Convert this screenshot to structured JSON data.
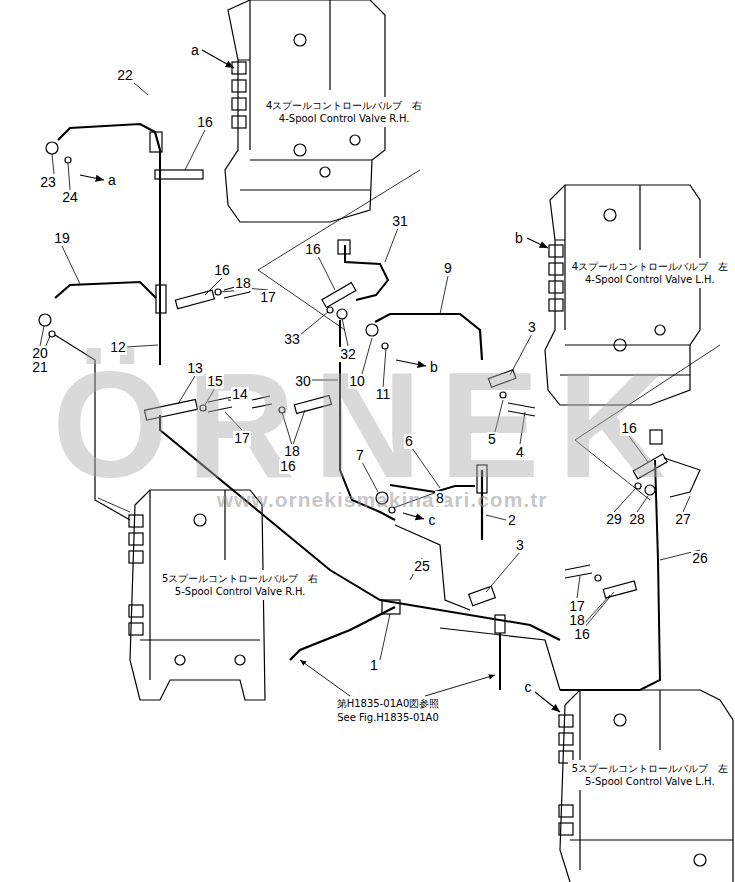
{
  "diagram": {
    "nodes": [
      {
        "text": [
          "4スプールコントロールバルブ　右",
          "4-Spool Control Valve R.H."
        ]
      },
      {
        "text": [
          "4スプールコントロールバルブ　左",
          "4-Spool Control Valve L.H."
        ]
      },
      {
        "text": [
          "5スプールコントロールバルブ　右",
          "5-Spool Control Valve R.H."
        ]
      },
      {
        "text": [
          "5スプールコントロールバルブ　左",
          "5-Spool Control Valve L.H."
        ]
      }
    ],
    "labels": [
      "22",
      "16",
      "a",
      "23",
      "24",
      "a",
      "19",
      "16",
      "18",
      "17",
      "12",
      "20",
      "21",
      "13",
      "15",
      "14",
      "17",
      "18",
      "16",
      "31",
      "16",
      "33",
      "32",
      "30",
      "10",
      "11",
      "b",
      "9",
      "b",
      "3",
      "5",
      "4",
      "6",
      "7",
      "8",
      "c",
      "2",
      "3",
      "25",
      "17",
      "18",
      "16",
      "1",
      "16",
      "29",
      "28",
      "27",
      "26",
      "c",
      "第H1835-01A0図参照",
      "See Fig.H1835-01A0",
      "ÖRNEK",
      "www.ornekismakinalari.com.tr"
    ]
  }
}
